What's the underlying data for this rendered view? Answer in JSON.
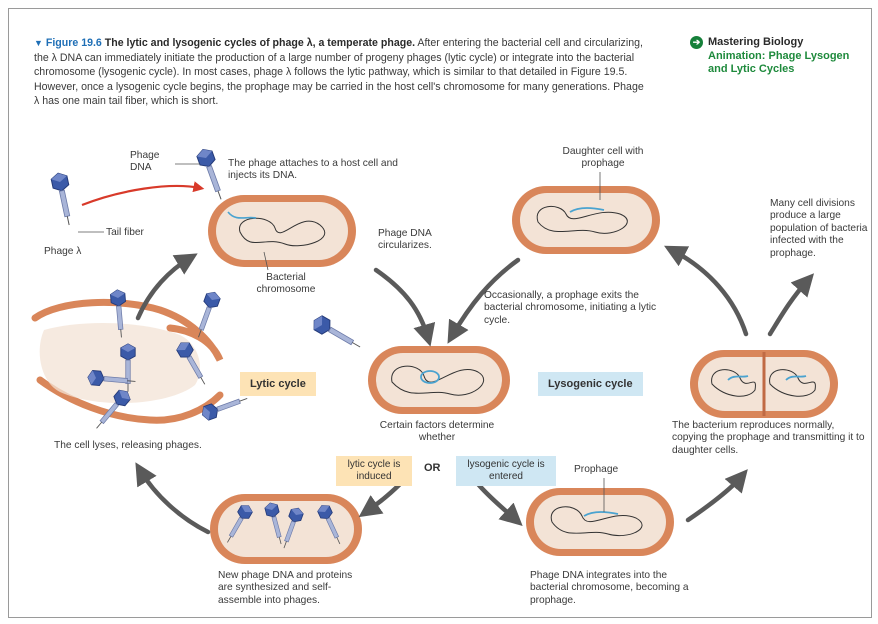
{
  "caption": {
    "marker": "▼",
    "figure_number": "Figure 19.6",
    "title": "The lytic and lysogenic cycles of phage λ, a temperate phage.",
    "body": "After entering the bacterial cell and circularizing, the λ DNA can immediately initiate the production of a large number of progeny phages (lytic cycle) or integrate into the bacterial chromosome (lysogenic cycle). In most cases, phage λ follows the lytic pathway, which is similar to that detailed in Figure 19.5. However, once a lysogenic cycle begins, the prophage may be carried in the host cell's chromosome for many generations. Phage λ has one main tail fiber, which is short."
  },
  "mastering": {
    "heading": "Mastering Biology",
    "link_line1": "Animation: Phage Lysogen",
    "link_line2": "and Lytic Cycles"
  },
  "labels": {
    "phage_dna": "Phage DNA",
    "tail_fiber": "Tail fiber",
    "phage_lambda": "Phage λ",
    "attach": "The phage attaches to a host cell and injects its DNA.",
    "bacterial_chromosome": "Bacterial chromosome",
    "circularizes": "Phage DNA circularizes.",
    "lytic_cycle": "Lytic cycle",
    "lysogenic_cycle": "Lysogenic cycle",
    "certain_factors": "Certain factors determine whether",
    "lytic_induced": "lytic cycle is induced",
    "or": "OR",
    "lysogenic_entered": "lysogenic cycle is entered",
    "cell_lyses": "The cell lyses, releasing phages.",
    "new_phage": "New phage DNA and proteins are synthesized and self-assemble into phages.",
    "integrates": "Phage DNA integrates into the bacterial chromosome, becoming a prophage.",
    "prophage": "Prophage",
    "reproduces": "The bacterium reproduces normally, copying the prophage and transmitting it to daughter cells.",
    "daughter_cell": "Daughter cell with prophage",
    "occasionally": "Occasionally, a prophage exits the bacterial chromosome, initiating a lytic cycle.",
    "many_divisions": "Many cell divisions produce a large population of bacteria infected with the prophage."
  },
  "colors": {
    "cell_outer": "#d9865a",
    "cell_inner": "#f3e3d6",
    "prophage_dna": "#4aa3d0",
    "phage_blue": "#3b5aa8",
    "arrow_gray": "#555555",
    "red_arrow": "#d83a2a"
  }
}
